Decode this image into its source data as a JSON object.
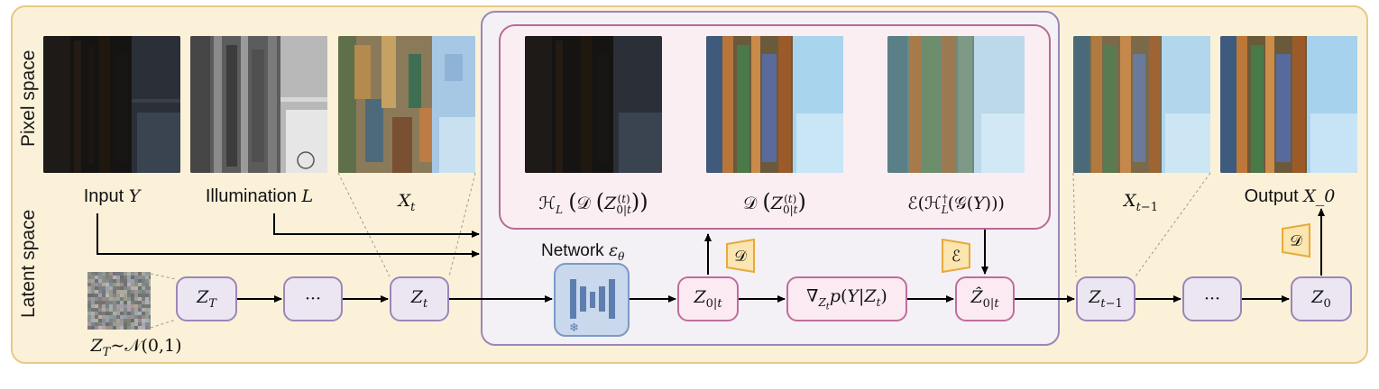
{
  "rows": {
    "pixel_space": "Pixel space",
    "latent_space": "Latent space"
  },
  "images": {
    "input_label": "Input",
    "input_symbol": "Y",
    "illumination_label": "Illumination",
    "illumination_symbol": "L",
    "xt_label": "X_t",
    "hl_label": "ℋ_L (𝒟 (Z_{0|t}^{(t)}))",
    "d_label": "𝒟 (Z_{0|t}^{(t)})",
    "e_label": "ℰ(ℋ_L^† (𝒢(Y)))",
    "xt1_label": "X_{t−1}",
    "output_label": "Output",
    "output_symbol": "X_0"
  },
  "nodes": {
    "zT": "Z_T",
    "dots1": "···",
    "zt": "Z_t",
    "z0t": "Z_{0|t}",
    "grad": "∇_{Z_t} p(Y|Z_t)",
    "z0t_hat": "Ẑ_{0|t}",
    "zt1": "Z_{t−1}",
    "dots2": "···",
    "z0": "Z_0"
  },
  "noise_label": "Z_T∼𝒩(0,1)",
  "network_label": "Network ε_θ",
  "decoder_symbol": "𝒟",
  "encoder_symbol": "ℰ",
  "colors": {
    "outer_fill": "#fbf1d9",
    "outer_border": "#e8c886",
    "panel_border": "#9b86b8",
    "pink_border": "#b76a96",
    "node_fill": "#ece6f2",
    "network_fill": "#c9d8ec",
    "trapezoid_fill": "#fbe5b0",
    "trapezoid_border": "#e8a93a"
  },
  "icons": [
    "snowflake-icon",
    "decoder-trapezoid-icon",
    "encoder-trapezoid-icon"
  ]
}
